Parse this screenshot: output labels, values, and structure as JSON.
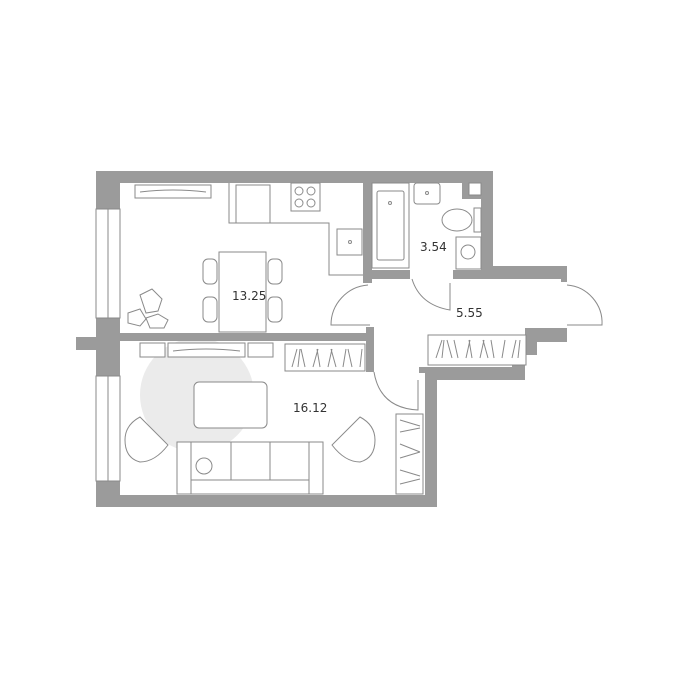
{
  "plan": {
    "rooms": [
      {
        "name": "kitchen-dining",
        "area": "13.25"
      },
      {
        "name": "bathroom",
        "area": "3.54"
      },
      {
        "name": "hallway",
        "area": "5.55"
      },
      {
        "name": "living-room",
        "area": "16.12"
      }
    ],
    "colors": {
      "wall": "#9b9b9b",
      "line": "#8a8a8a",
      "rug": "#ebebeb"
    }
  }
}
